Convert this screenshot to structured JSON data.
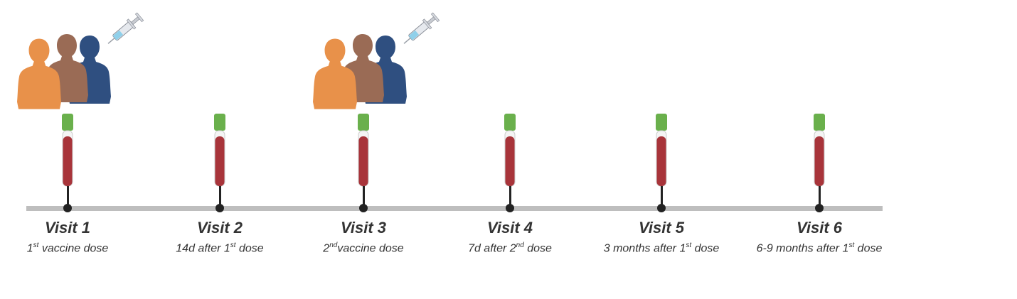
{
  "visits": [
    {
      "title": "Visit 1",
      "sub_pre": "1",
      "sub_sup": "st",
      "sub_post": " vaccine dose",
      "vaccination": true
    },
    {
      "title": "Visit 2",
      "sub_pre": "14d after 1",
      "sub_sup": "st",
      "sub_post": " dose",
      "vaccination": false
    },
    {
      "title": "Visit 3",
      "sub_pre": "2",
      "sub_sup": "nd",
      "sub_post": "vaccine dose",
      "vaccination": true
    },
    {
      "title": "Visit 4",
      "sub_pre": "7d after 2",
      "sub_sup": "nd",
      "sub_post": " dose",
      "vaccination": false
    },
    {
      "title": "Visit 5",
      "sub_pre": "3 months after 1",
      "sub_sup": "st",
      "sub_post": " dose",
      "vaccination": false
    },
    {
      "title": "Visit 6",
      "sub_pre": "6-9 months after 1",
      "sub_sup": "st",
      "sub_post": " dose",
      "vaccination": false
    }
  ],
  "colors": {
    "cap": "#6ab04c",
    "blood": "#a8343a",
    "line": "#bebebe",
    "person1": "#e8914a",
    "person2": "#9a6b55",
    "person3": "#2f4f80"
  }
}
